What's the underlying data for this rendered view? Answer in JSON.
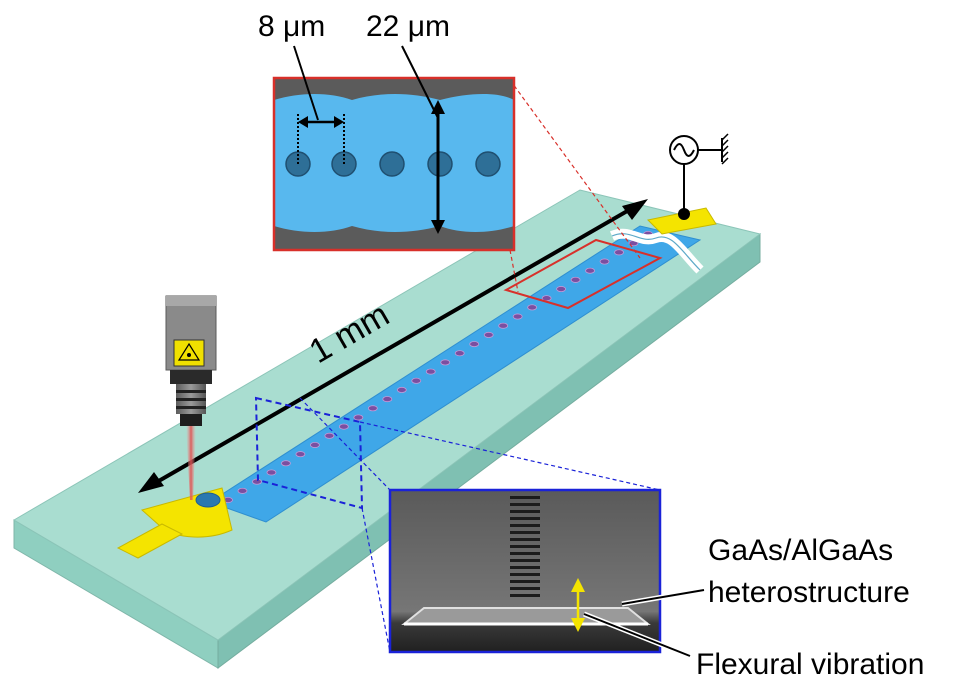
{
  "labels": {
    "dim_hole_spacing": "8 μm",
    "dim_beam_width": "22 μm",
    "length": "1 mm",
    "material_line1": "GaAs/AlGaAs",
    "material_line2": "heterostructure",
    "vibration": "Flexural vibration"
  },
  "icons": [
    "laser-head-icon",
    "ac-source-icon",
    "ground-icon"
  ],
  "colors": {
    "substrate_top": "#a9ddd0",
    "substrate_side": "#8ecbbd",
    "beam": "#3fa7e8",
    "electrode": "#f4e400",
    "zoom_top_frame": "#d8302a",
    "zoom_bottom_frame": "#1a22d8",
    "laser": "#e06a6a"
  }
}
